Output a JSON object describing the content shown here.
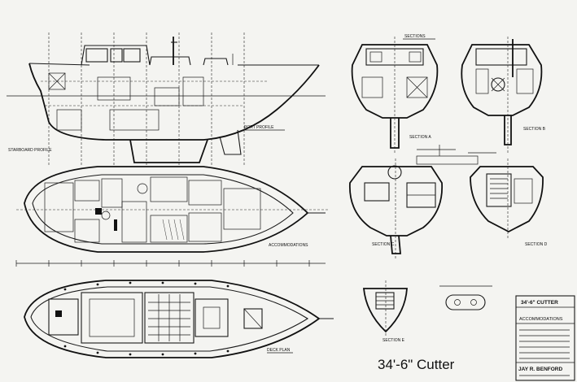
{
  "drawing": {
    "title": "34'-6\" Cutter"
  },
  "labels": {
    "sections": "SECTIONS",
    "section_a": "SECTION A",
    "section_b": "SECTION B",
    "section_c": "SECTION C",
    "section_d": "SECTION D",
    "section_e": "SECTION E",
    "port_profile": "PORT PROFILE",
    "starboard_profile": "STARBOARD PROFILE",
    "deck_plan": "DECK PLAN",
    "accommodations": "ACCOMMODATIONS"
  },
  "title_block": {
    "line1": "34'-6\" CUTTER",
    "accommodations": "ACCOMMODATIONS",
    "designer": "JAY R. BENFORD"
  }
}
